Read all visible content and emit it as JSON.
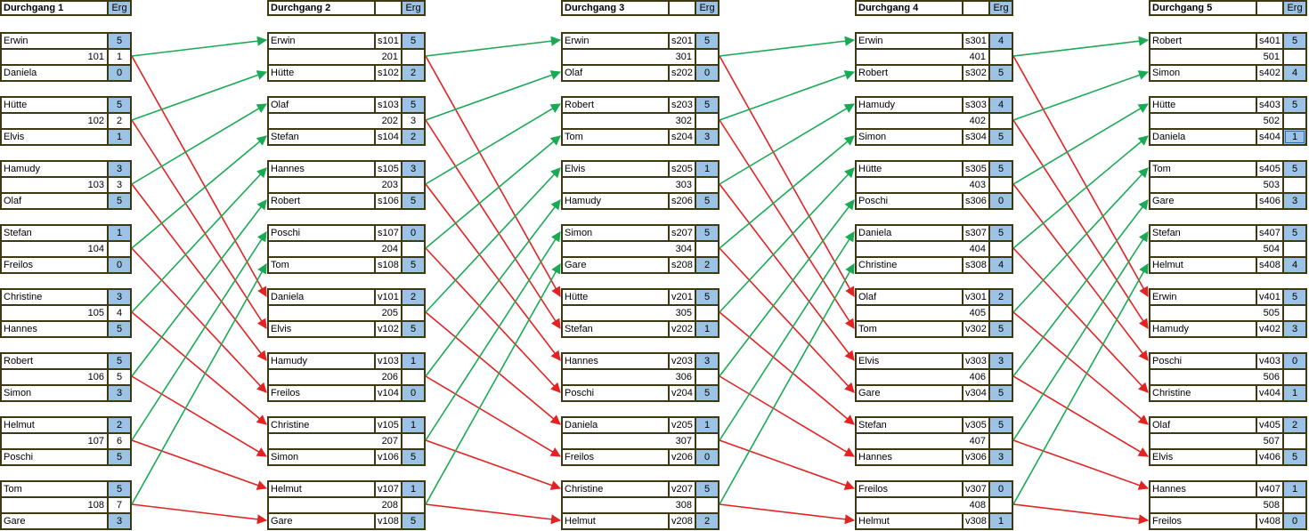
{
  "round_label": "Durchgang",
  "result_label": "Erg",
  "colors": {
    "winner_line": "#1aaa55",
    "loser_line": "#e32222",
    "score_fill": "#9cc3e6",
    "border": "#3d3a12"
  },
  "rounds": [
    {
      "title": "Durchgang 1",
      "matches": [
        {
          "p1": "Erwin",
          "s1": "5",
          "num": "101",
          "game": "1",
          "p2": "Daniela",
          "s2": "0"
        },
        {
          "p1": "Hütte",
          "s1": "5",
          "num": "102",
          "game": "2",
          "p2": "Elvis",
          "s2": "1"
        },
        {
          "p1": "Hamudy",
          "s1": "3",
          "num": "103",
          "game": "3",
          "p2": "Olaf",
          "s2": "5"
        },
        {
          "p1": "Stefan",
          "s1": "1",
          "num": "104",
          "game": "",
          "p2": "Freilos",
          "s2": "0"
        },
        {
          "p1": "Christine",
          "s1": "3",
          "num": "105",
          "game": "4",
          "p2": "Hannes",
          "s2": "5"
        },
        {
          "p1": "Robert",
          "s1": "5",
          "num": "106",
          "game": "5",
          "p2": "Simon",
          "s2": "3"
        },
        {
          "p1": "Helmut",
          "s1": "2",
          "num": "107",
          "game": "6",
          "p2": "Poschi",
          "s2": "5"
        },
        {
          "p1": "Tom",
          "s1": "5",
          "num": "108",
          "game": "7",
          "p2": "Gare",
          "s2": "3"
        }
      ]
    },
    {
      "title": "Durchgang 2",
      "matches": [
        {
          "p1": "Erwin",
          "c1": "s101",
          "s1": "5",
          "num": "201",
          "game": "",
          "p2": "Hütte",
          "c2": "s102",
          "s2": "2"
        },
        {
          "p1": "Olaf",
          "c1": "s103",
          "s1": "5",
          "num": "202",
          "game": "3",
          "p2": "Stefan",
          "c2": "s104",
          "s2": "2"
        },
        {
          "p1": "Hannes",
          "c1": "s105",
          "s1": "3",
          "num": "203",
          "game": "",
          "p2": "Robert",
          "c2": "s106",
          "s2": "5"
        },
        {
          "p1": "Poschi",
          "c1": "s107",
          "s1": "0",
          "num": "204",
          "game": "",
          "p2": "Tom",
          "c2": "s108",
          "s2": "5"
        },
        {
          "p1": "Daniela",
          "c1": "v101",
          "s1": "2",
          "num": "205",
          "game": "",
          "p2": "Elvis",
          "c2": "v102",
          "s2": "5"
        },
        {
          "p1": "Hamudy",
          "c1": "v103",
          "s1": "1",
          "num": "206",
          "game": "",
          "p2": "Freilos",
          "c2": "v104",
          "s2": "0"
        },
        {
          "p1": "Christine",
          "c1": "v105",
          "s1": "1",
          "num": "207",
          "game": "",
          "p2": "Simon",
          "c2": "v106",
          "s2": "5"
        },
        {
          "p1": "Helmut",
          "c1": "v107",
          "s1": "1",
          "num": "208",
          "game": "",
          "p2": "Gare",
          "c2": "v108",
          "s2": "5"
        }
      ]
    },
    {
      "title": "Durchgang 3",
      "matches": [
        {
          "p1": "Erwin",
          "c1": "s201",
          "s1": "5",
          "num": "301",
          "game": "",
          "p2": "Olaf",
          "c2": "s202",
          "s2": "0"
        },
        {
          "p1": "Robert",
          "c1": "s203",
          "s1": "5",
          "num": "302",
          "game": "",
          "p2": "Tom",
          "c2": "s204",
          "s2": "3"
        },
        {
          "p1": "Elvis",
          "c1": "s205",
          "s1": "1",
          "num": "303",
          "game": "",
          "p2": "Hamudy",
          "c2": "s206",
          "s2": "5"
        },
        {
          "p1": "Simon",
          "c1": "s207",
          "s1": "5",
          "num": "304",
          "game": "",
          "p2": "Gare",
          "c2": "s208",
          "s2": "2"
        },
        {
          "p1": "Hütte",
          "c1": "v201",
          "s1": "5",
          "num": "305",
          "game": "",
          "p2": "Stefan",
          "c2": "v202",
          "s2": "1"
        },
        {
          "p1": "Hannes",
          "c1": "v203",
          "s1": "3",
          "num": "306",
          "game": "",
          "p2": "Poschi",
          "c2": "v204",
          "s2": "5"
        },
        {
          "p1": "Daniela",
          "c1": "v205",
          "s1": "1",
          "num": "307",
          "game": "",
          "p2": "Freilos",
          "c2": "v206",
          "s2": "0"
        },
        {
          "p1": "Christine",
          "c1": "v207",
          "s1": "5",
          "num": "308",
          "game": "",
          "p2": "Helmut",
          "c2": "v208",
          "s2": "2"
        }
      ]
    },
    {
      "title": "Durchgang 4",
      "matches": [
        {
          "p1": "Erwin",
          "c1": "s301",
          "s1": "4",
          "num": "401",
          "game": "",
          "p2": "Robert",
          "c2": "s302",
          "s2": "5"
        },
        {
          "p1": "Hamudy",
          "c1": "s303",
          "s1": "4",
          "num": "402",
          "game": "",
          "p2": "Simon",
          "c2": "s304",
          "s2": "5"
        },
        {
          "p1": "Hütte",
          "c1": "s305",
          "s1": "5",
          "num": "403",
          "game": "",
          "p2": "Poschi",
          "c2": "s306",
          "s2": "0"
        },
        {
          "p1": "Daniela",
          "c1": "s307",
          "s1": "5",
          "num": "404",
          "game": "",
          "p2": "Christine",
          "c2": "s308",
          "s2": "4"
        },
        {
          "p1": "Olaf",
          "c1": "v301",
          "s1": "2",
          "num": "405",
          "game": "",
          "p2": "Tom",
          "c2": "v302",
          "s2": "5"
        },
        {
          "p1": "Elvis",
          "c1": "v303",
          "s1": "3",
          "num": "406",
          "game": "",
          "p2": "Gare",
          "c2": "v304",
          "s2": "5"
        },
        {
          "p1": "Stefan",
          "c1": "v305",
          "s1": "5",
          "num": "407",
          "game": "",
          "p2": "Hannes",
          "c2": "v306",
          "s2": "3"
        },
        {
          "p1": "Freilos",
          "c1": "v307",
          "s1": "0",
          "num": "408",
          "game": "",
          "p2": "Helmut",
          "c2": "v308",
          "s2": "1"
        }
      ]
    },
    {
      "title": "Durchgang 5",
      "matches": [
        {
          "p1": "Robert",
          "c1": "s401",
          "s1": "5",
          "num": "501",
          "game": "",
          "p2": "Simon",
          "c2": "s402",
          "s2": "4"
        },
        {
          "p1": "Hütte",
          "c1": "s403",
          "s1": "5",
          "num": "502",
          "game": "",
          "p2": "Daniela",
          "c2": "s404",
          "s2": "1"
        },
        {
          "p1": "Tom",
          "c1": "s405",
          "s1": "5",
          "num": "503",
          "game": "",
          "p2": "Gare",
          "c2": "s406",
          "s2": "3"
        },
        {
          "p1": "Stefan",
          "c1": "s407",
          "s1": "5",
          "num": "504",
          "game": "",
          "p2": "Helmut",
          "c2": "s408",
          "s2": "4"
        },
        {
          "p1": "Erwin",
          "c1": "v401",
          "s1": "5",
          "num": "505",
          "game": "",
          "p2": "Hamudy",
          "c2": "v402",
          "s2": "3"
        },
        {
          "p1": "Poschi",
          "c1": "v403",
          "s1": "0",
          "num": "506",
          "game": "",
          "p2": "Christine",
          "c2": "v404",
          "s2": "1"
        },
        {
          "p1": "Olaf",
          "c1": "v405",
          "s1": "2",
          "num": "507",
          "game": "",
          "p2": "Elvis",
          "c2": "v406",
          "s2": "5"
        },
        {
          "p1": "Hannes",
          "c1": "v407",
          "s1": "1",
          "num": "508",
          "game": "",
          "p2": "Freilos",
          "c2": "v408",
          "s2": "0"
        }
      ]
    }
  ]
}
